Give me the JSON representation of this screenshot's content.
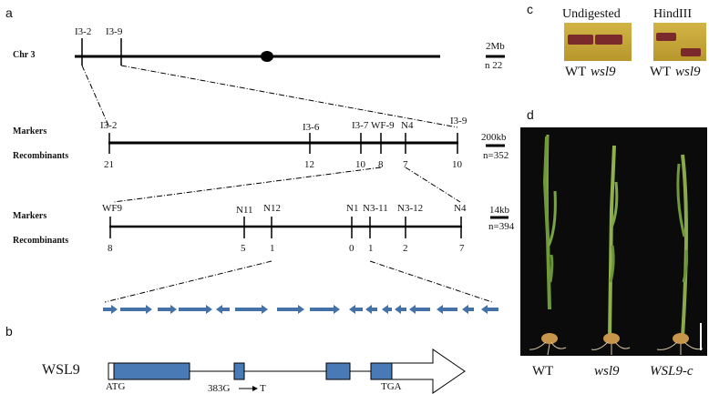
{
  "panels": {
    "a": "a",
    "b": "b",
    "c": "c",
    "d": "d"
  },
  "panel_a": {
    "chr_label": "Chr 3",
    "chr_markers": [
      "I3-2",
      "I3-9"
    ],
    "scale1": {
      "label": "2Mb",
      "n": "n  22"
    },
    "row2": {
      "markers_label": "Markers",
      "recombinants_label": "Recombinants",
      "markers": [
        "I3-2",
        "I3-6",
        "I3-7",
        "WF-9",
        "N4",
        "I3-9"
      ],
      "recombinants": [
        "21",
        "12",
        "10",
        "8",
        "7",
        "10"
      ],
      "scale": {
        "label": "200kb",
        "n": "n=352"
      }
    },
    "row3": {
      "markers_label": "Markers",
      "recombinants_label": "Recombinants",
      "markers": [
        "WF9",
        "N11",
        "N12",
        "N1",
        "N3-11",
        "N3-12",
        "N4"
      ],
      "recombinants": [
        "8",
        "5",
        "1",
        "0",
        "1",
        "2",
        "7"
      ],
      "scale": {
        "label": "14kb",
        "n": "n=394"
      }
    },
    "gene_arrow_color": "#4472a8"
  },
  "panel_b": {
    "gene_name": "WSL9",
    "start_codon": "ATG",
    "mutation": "383G",
    "mutation_alt": "T",
    "stop_codon": "TGA",
    "exon_color": "#4a7ab5"
  },
  "panel_c": {
    "undigested_label": "Undigested",
    "hindiii_label": "HindIII",
    "lane_wt": "WT",
    "lane_mut": "wsl9",
    "gel_color": "#c9a93a",
    "band_color": "#7a2a2a"
  },
  "panel_d": {
    "labels": [
      "WT",
      "wsl9",
      "WSL9-c"
    ]
  }
}
